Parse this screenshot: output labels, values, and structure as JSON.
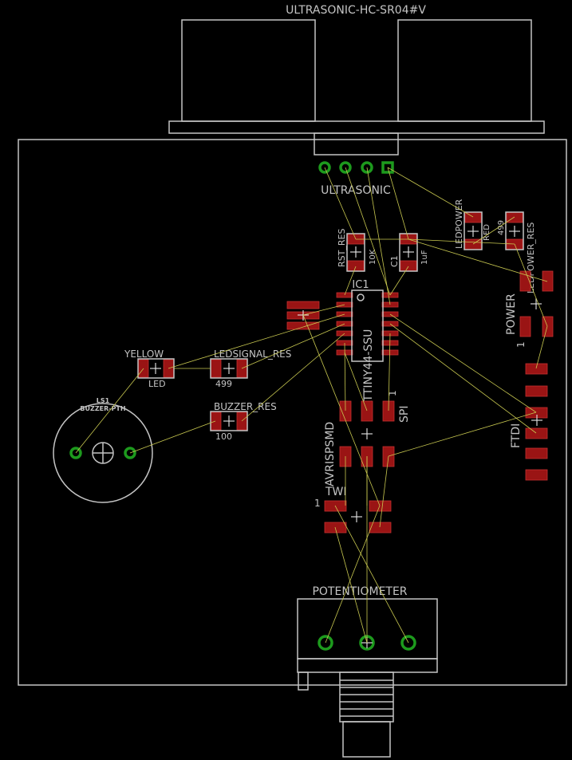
{
  "labels": {
    "module_value": "ULTRASONIC-HC-SR04#V",
    "ultrasonic": "ULTRASONIC",
    "ledpower": "LEDPOWER",
    "red": "RED",
    "r499a": "499",
    "ledpower_res": "LEDPOWER_RES",
    "rst_res": "RST_RES",
    "r10k": "10K",
    "c1": "C1",
    "c1uf": "1uF",
    "ic1": "IC1",
    "attiny": "ATTINY44-SSU",
    "power": "POWER",
    "power_pin1": "1",
    "yellow": "YELLOW",
    "led": "LED",
    "ledsignal_res": "LEDSIGNAL_RES",
    "r499b": "499",
    "buzzer_res": "BUZZER_RES",
    "r100": "100",
    "buzzer_name": "LS1",
    "buzzer_value": "BUZZER-PTH",
    "avrispsmd": "AVRISPSMD",
    "spi": "SPI",
    "spi_pin1": "1",
    "ftdi": "FTDI",
    "twi": "TWI",
    "twi_pin1": "1",
    "potentiometer": "POTENTIOMETER"
  },
  "colors": {
    "background": "#000000",
    "outline": "#c4c4c4",
    "smd_pad": "#9a1414",
    "through_hole": "#1d9a1d",
    "airwire": "#c8c850"
  }
}
